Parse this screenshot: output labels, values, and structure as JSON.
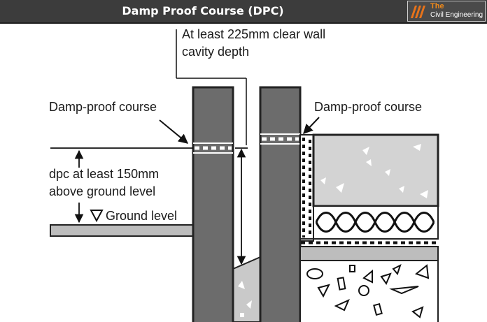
{
  "header": {
    "title": "Damp Proof Course (DPC)",
    "logo": {
      "line1": "The",
      "line2": "Civil Engineering",
      "icon": "stripes-logo-icon"
    }
  },
  "labels": {
    "cavity_line1": "At least 225mm clear wall",
    "cavity_line2": "cavity depth",
    "dpc_left": "Damp-proof course",
    "dpc_right": "Damp-proof course",
    "height_line1": "dpc at least 150mm",
    "height_line2": "above ground level",
    "ground_level": "Ground level"
  }
}
